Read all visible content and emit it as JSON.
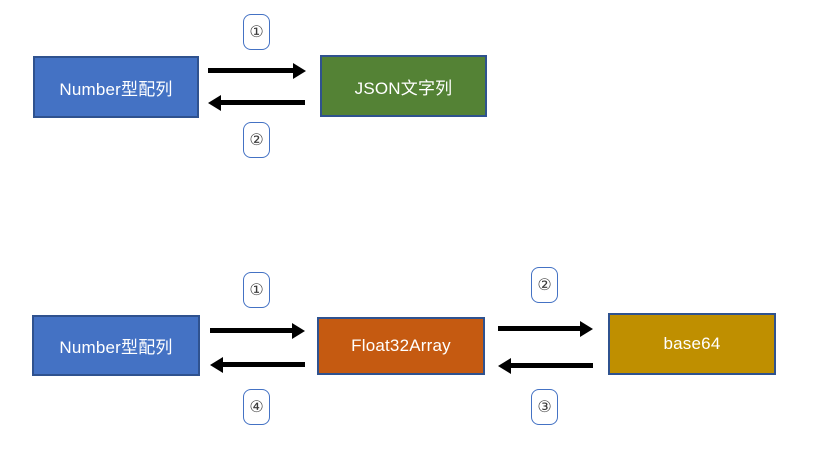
{
  "diagram": {
    "top_flow": {
      "left_node": "Number型配列",
      "right_node": "JSON文字列",
      "forward_badge": "①",
      "backward_badge": "②"
    },
    "bottom_flow": {
      "left_node": "Number型配列",
      "middle_node": "Float32Array",
      "right_node": "base64",
      "left_forward_badge": "①",
      "left_backward_badge": "④",
      "right_forward_badge": "②",
      "right_backward_badge": "③"
    },
    "colors": {
      "blue_node": "#4472C4",
      "green_node": "#548235",
      "orange_node": "#C55A11",
      "gold_node": "#BF8F00",
      "node_border": "#2F528F",
      "badge_border": "#4472C4",
      "badge_text": "#3B3B3B",
      "arrow": "#000000",
      "node_text": "#FFFFFF",
      "background": "#FFFFFF"
    }
  }
}
